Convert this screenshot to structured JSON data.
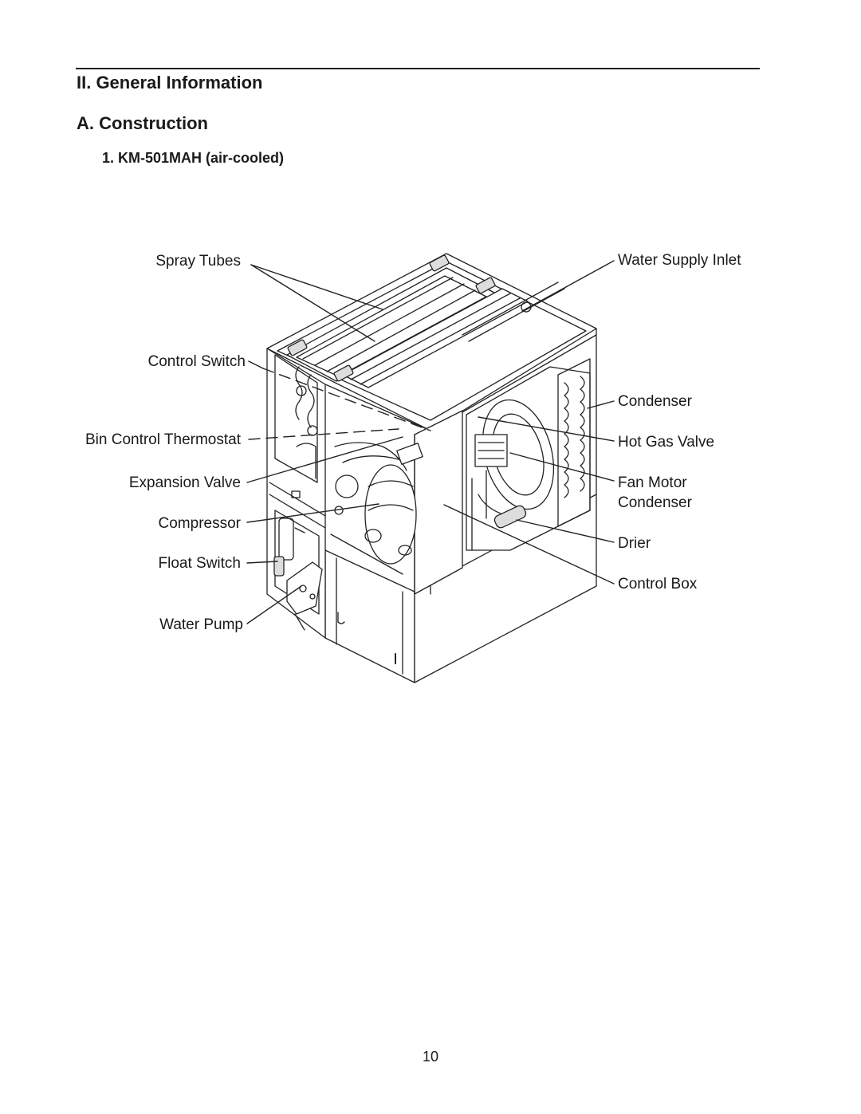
{
  "header": {
    "section": "II. General Information",
    "subsection": "A. Construction",
    "model": "1. KM-501MAH (air-cooled)"
  },
  "diagram": {
    "labels_left": {
      "spray_tubes": "Spray Tubes",
      "control_switch": "Control Switch",
      "bin_control_thermostat": "Bin Control Thermostat",
      "expansion_valve": "Expansion Valve",
      "compressor": "Compressor",
      "float_switch": "Float Switch",
      "water_pump": "Water Pump"
    },
    "labels_right": {
      "water_supply_inlet": "Water Supply Inlet",
      "condenser": "Condenser",
      "hot_gas_valve": "Hot Gas Valve",
      "fan_motor": "Fan Motor",
      "fan_motor_2": "Condenser",
      "drier": "Drier",
      "control_box": "Control Box"
    }
  },
  "footer": {
    "page_number": "10"
  }
}
